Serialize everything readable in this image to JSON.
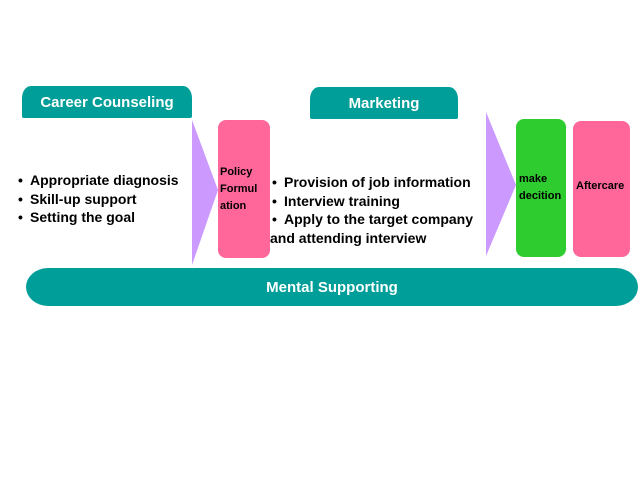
{
  "career_counseling": {
    "title": "Career Counseling",
    "items": [
      "Appropriate diagnosis",
      "Skill-up support",
      "Setting the goal"
    ]
  },
  "policy_formulation": {
    "lines": [
      "Policy",
      "Formul",
      "ation"
    ]
  },
  "marketing": {
    "title": "Marketing",
    "items": [
      "Provision of job information",
      "Interview training",
      "Apply to the target company"
    ],
    "continuation": "and attending interview"
  },
  "make_decision": {
    "lines": [
      "make",
      "decition"
    ]
  },
  "aftercare": {
    "label": "Aftercare"
  },
  "mental_supporting": {
    "label": "Mental Supporting"
  },
  "bullet_symbol": "•",
  "colors": {
    "teal": "#009e99",
    "pink": "#ff6699",
    "green": "#2ecc2e",
    "arrow_purple": "#cc99ff"
  }
}
